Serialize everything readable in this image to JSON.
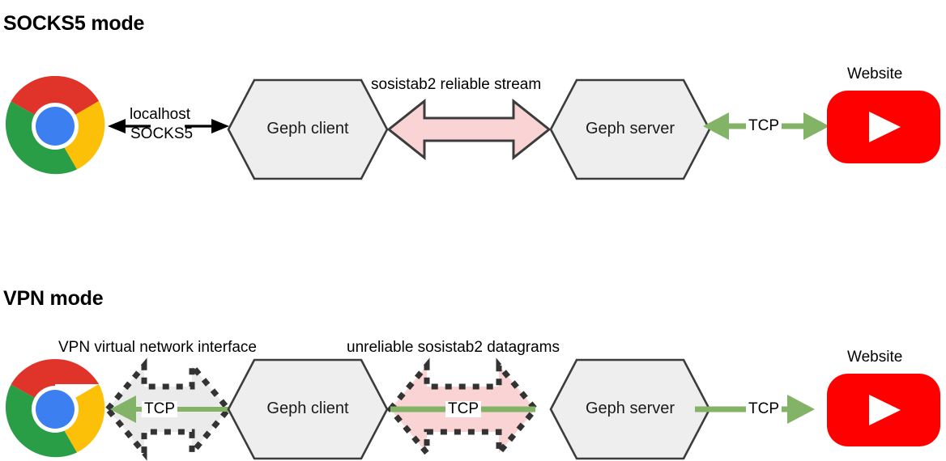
{
  "diagram": {
    "title_socks5": "SOCKS5 mode",
    "title_vpn": "VPN mode",
    "colors": {
      "hexagon_fill": "#eeeeee",
      "hexagon_stroke": "#3c3c3c",
      "pink_fill": "#fad4d4",
      "pink_stroke": "#3c3c3c",
      "green_arrow": "#82b366",
      "dotted_stroke": "#333333",
      "vpn_iface_fill": "#ebebeb",
      "youtube_red": "#ff0000",
      "chrome_red": "#e0342a",
      "chrome_yellow": "#fcc008",
      "chrome_green": "#2a9e47",
      "chrome_blue": "#3b7ff0",
      "text": "#000000"
    }
  },
  "socks5": {
    "browser": {
      "name": "chrome-logo"
    },
    "link_browser_client": {
      "label_line1": "localhost",
      "label_line2": "SOCKS5"
    },
    "client": {
      "label": "Geph client"
    },
    "tunnel": {
      "label": "sosistab2 reliable stream"
    },
    "server": {
      "label": "Geph server"
    },
    "link_server_site": {
      "label": "TCP"
    },
    "website": {
      "label": "Website",
      "name": "youtube-logo"
    }
  },
  "vpn": {
    "browser": {
      "name": "chrome-logo"
    },
    "interface": {
      "label": "VPN virtual network interface",
      "inner_label": "TCP"
    },
    "client": {
      "label": "Geph client"
    },
    "tunnel": {
      "label": "unreliable sosistab2 datagrams",
      "inner_label": "TCP"
    },
    "server": {
      "label": "Geph server"
    },
    "link_server_site": {
      "label": "TCP"
    },
    "website": {
      "label": "Website",
      "name": "youtube-logo"
    }
  }
}
